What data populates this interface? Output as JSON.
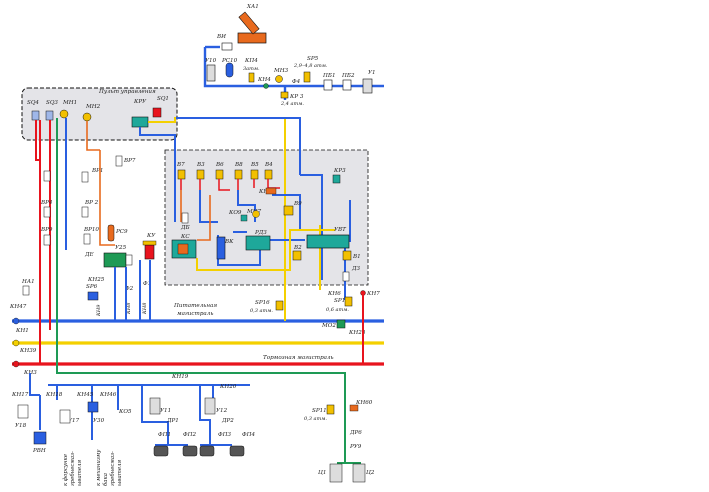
{
  "labels": {
    "XA1": "ХА1",
    "VI": "ВИ",
    "Y10": "У10",
    "RC10": "РС10",
    "KP4": "КП4",
    "KP4_sub": "3атм.",
    "KN4": "КН4",
    "MN3": "МН3",
    "SP5": "SP5",
    "SP5_sub": "2,9–4,8 атм.",
    "F4": "Ф4",
    "KR3_top": "КР 3",
    "KR3_top_sub": "2,4 атм.",
    "PB1": "ПБ1",
    "PB2": "ПБ2",
    "Y1": "У1",
    "panel_title": "Пульт управления",
    "SQ4": "SQ4",
    "SQ3": "SQ3",
    "MN1": "МН1",
    "MN2": "МН2",
    "KRU": "КРУ",
    "SQ1": "SQ1",
    "VR7": "ВР7",
    "VR1": "ВР1",
    "VR2": "ВР 2",
    "VR4": "ВР4",
    "VR9": "ВР9",
    "VR10": "ВР10",
    "RS9": "РС9",
    "DE": "ДЕ",
    "Y25": "У25",
    "KY": "КУ",
    "KN25": "КН25",
    "SP6": "SP6",
    "F1": "Ф1",
    "F2": "Ф2",
    "KN9": "КН9",
    "KN8": "КН8",
    "B7": "В7",
    "B3": "В3",
    "B6": "В6",
    "B8": "В8",
    "B5": "В5",
    "B4": "В4",
    "KR3": "КР3",
    "KN10": "КН10",
    "KO9": "КО9",
    "MN7": "МН7",
    "B9": "В9",
    "DB": "ДБ",
    "KS": "КС",
    "VK": "ВК",
    "RDZ": "РДЗ",
    "UVT": "УВТ",
    "B2": "В2",
    "B1": "В1",
    "DZ": "ДЗ",
    "KN6": "КН6",
    "KN7": "КН7",
    "SP17": "SP17",
    "SP17_sub": "0,6 атм.",
    "MO2": "МО2",
    "KN28": "КН28",
    "SP16": "SP16",
    "SP16_sub": "0,3 атм.",
    "feed_line": "Питательная",
    "feed_line2": "магистраль",
    "brake_line": "Тормозная магистраль",
    "NA1": "НА1",
    "KN47": "КН47",
    "KN1": "КН1",
    "KN39": "КН39",
    "KN3": "КН3",
    "KN19": "КН19",
    "KN20": "КН20",
    "KN17": "КН17",
    "KN18": "КН18",
    "KN45": "КН45",
    "KN46": "КН46",
    "KO5": "КО5",
    "Y18": "У18",
    "Y17": "У17",
    "Y30": "У30",
    "RVN": "РВН",
    "Y11": "У11",
    "Y12": "У12",
    "DR1": "ДР1",
    "DR2": "ДР2",
    "FP1": "ФП1",
    "FP2": "ФП2",
    "FP3": "ФП3",
    "FP4": "ФП4",
    "SP11": "SP11",
    "SP11_sub": "0,3 атм.",
    "KN60": "КН60",
    "DR6": "ДР6",
    "RY9": "РУ9",
    "C1": "Ц1",
    "C2": "Ц2",
    "cap1": "к форсунке",
    "cap1b": "гребнесмаз-",
    "cap1c": "ывателя",
    "cap2": "к механизму",
    "cap2b": "бака",
    "cap3": "гребнесмаз-",
    "cap3b": "ывателя"
  },
  "colors": {
    "feed": "#2a5fe0",
    "brake": "#e8141e",
    "yellow": "#f4d000",
    "green": "#1e9a55",
    "orange": "#e86a1e",
    "grey_panel": "#e4e4e8",
    "device": "#f2c000",
    "teal": "#1ea89a"
  }
}
